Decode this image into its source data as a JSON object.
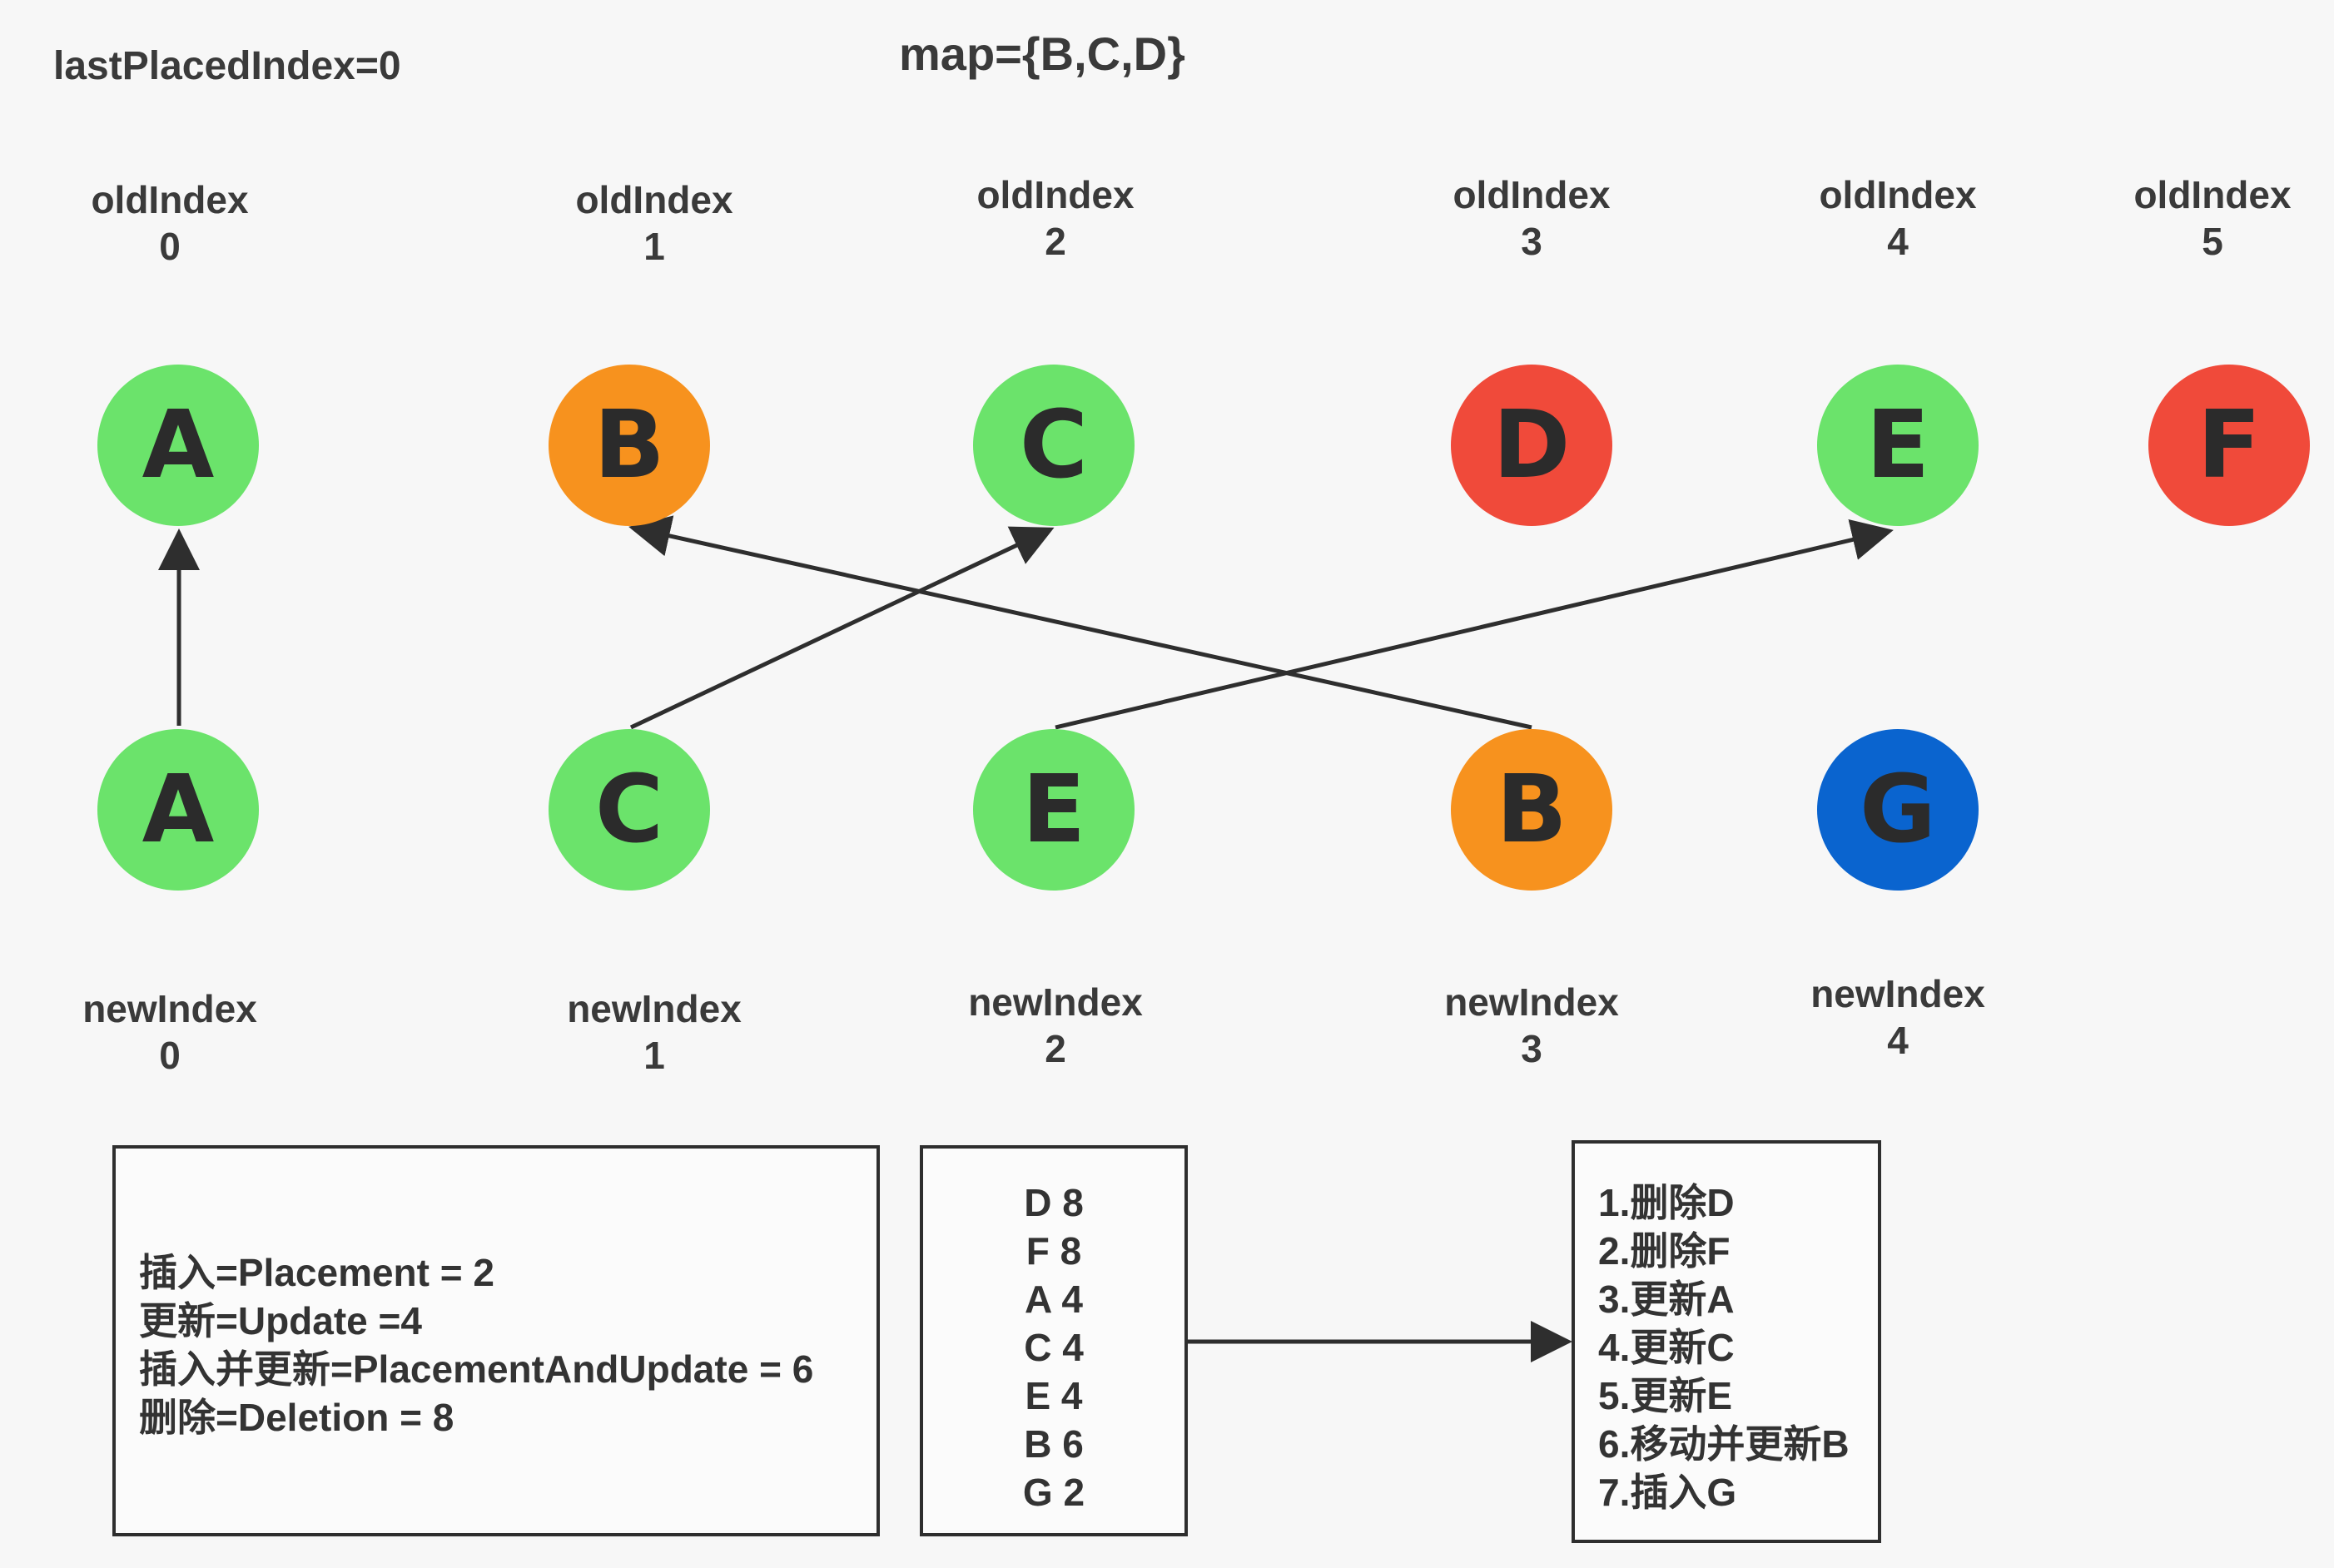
{
  "header": {
    "last_placed_index": "lastPlacedIndex=0",
    "map": "map={B,C,D}"
  },
  "old_nodes": [
    {
      "letter": "A",
      "label": "oldIndex",
      "index": "0",
      "color": "#6be36b"
    },
    {
      "letter": "B",
      "label": "oldIndex",
      "index": "1",
      "color": "#f7921e"
    },
    {
      "letter": "C",
      "label": "oldIndex",
      "index": "2",
      "color": "#6be36b"
    },
    {
      "letter": "D",
      "label": "oldIndex",
      "index": "3",
      "color": "#f04a3a"
    },
    {
      "letter": "E",
      "label": "oldIndex",
      "index": "4",
      "color": "#6be36b"
    },
    {
      "letter": "F",
      "label": "oldIndex",
      "index": "5",
      "color": "#f04a3a"
    }
  ],
  "new_nodes": [
    {
      "letter": "A",
      "label": "newIndex",
      "index": "0",
      "color": "#6be36b"
    },
    {
      "letter": "C",
      "label": "newIndex",
      "index": "1",
      "color": "#6be36b"
    },
    {
      "letter": "E",
      "label": "newIndex",
      "index": "2",
      "color": "#6be36b"
    },
    {
      "letter": "B",
      "label": "newIndex",
      "index": "3",
      "color": "#f7921e"
    },
    {
      "letter": "G",
      "label": "newIndex",
      "index": "4",
      "color": "#0a64cf"
    }
  ],
  "flag_box": {
    "lines": [
      "插入=Placement = 2",
      "更新=Update =4",
      "插入并更新=PlacementAndUpdate = 6",
      "删除=Deletion = 8"
    ]
  },
  "score_box": {
    "lines": [
      "D 8",
      "F 8",
      "A 4",
      "C 4",
      "E 4",
      "B 6",
      "G 2"
    ]
  },
  "steps_box": {
    "lines": [
      "1.删除D",
      "2.删除F",
      "3.更新A",
      "4.更新C",
      "5.更新E",
      "6.移动并更新B",
      "7.插入G"
    ]
  },
  "colors": {
    "reused": "#6be36b",
    "moved": "#f7921e",
    "deleted": "#f04a3a",
    "inserted": "#0a64cf",
    "line": "#2e2e2e"
  }
}
